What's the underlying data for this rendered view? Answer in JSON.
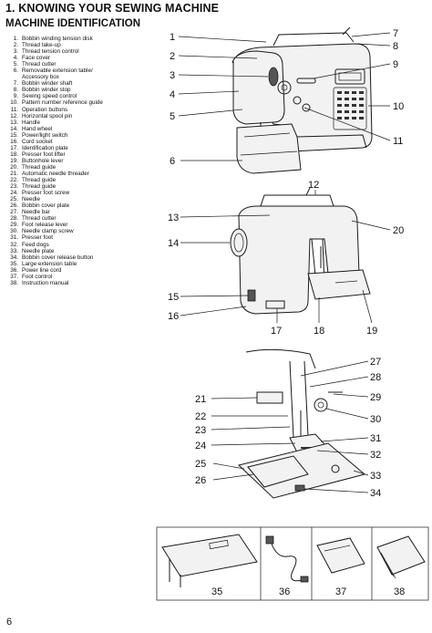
{
  "page": {
    "title": "1. KNOWING YOUR SEWING MACHINE",
    "subtitle": "MACHINE IDENTIFICATION",
    "page_number": "6"
  },
  "parts": [
    {
      "n": "1.",
      "label": "Bobbin winding tension disk"
    },
    {
      "n": "2.",
      "label": "Thread take-up"
    },
    {
      "n": "3.",
      "label": "Thread tension control"
    },
    {
      "n": "4.",
      "label": "Face cover"
    },
    {
      "n": "5.",
      "label": "Thread cutter"
    },
    {
      "n": "6.",
      "label": "Removable extension table/",
      "cont": "Accessory box"
    },
    {
      "n": "7.",
      "label": "Bobbin winder shaft"
    },
    {
      "n": "8.",
      "label": "Bobbin winder stop"
    },
    {
      "n": "9.",
      "label": "Sewing speed control"
    },
    {
      "n": "10.",
      "label": "Pattern number reference guide"
    },
    {
      "n": "11.",
      "label": "Operation buttons"
    },
    {
      "n": "12.",
      "label": "Horizontal spool pin"
    },
    {
      "n": "13.",
      "label": "Handle"
    },
    {
      "n": "14.",
      "label": "Hand wheel"
    },
    {
      "n": "15.",
      "label": "Power/light switch"
    },
    {
      "n": "16.",
      "label": "Cord socket"
    },
    {
      "n": "17.",
      "label": "Identification plate"
    },
    {
      "n": "18.",
      "label": "Presser foot lifter"
    },
    {
      "n": "19.",
      "label": "Buttonhole lever"
    },
    {
      "n": "20.",
      "label": "Thread guide"
    },
    {
      "n": "21.",
      "label": "Automatic needle threader"
    },
    {
      "n": "22.",
      "label": "Thread guide"
    },
    {
      "n": "23.",
      "label": "Thread guide"
    },
    {
      "n": "24.",
      "label": "Presser foot screw"
    },
    {
      "n": "25.",
      "label": "Needle"
    },
    {
      "n": "26.",
      "label": "Bobbin cover plate"
    },
    {
      "n": "27.",
      "label": "Needle bar"
    },
    {
      "n": "28.",
      "label": "Thread cutter"
    },
    {
      "n": "29.",
      "label": "Foot release lever"
    },
    {
      "n": "30.",
      "label": "Needle clamp screw"
    },
    {
      "n": "31.",
      "label": "Presser foot"
    },
    {
      "n": "32.",
      "label": "Feed dogs"
    },
    {
      "n": "33.",
      "label": "Needle plate"
    },
    {
      "n": "34.",
      "label": "Bobbin cover release button"
    },
    {
      "n": "35.",
      "label": "Large extension table"
    },
    {
      "n": "36.",
      "label": "Power line cord"
    },
    {
      "n": "37.",
      "label": "Foot control"
    },
    {
      "n": "38.",
      "label": "Instruction manual"
    }
  ],
  "callouts": {
    "c1": "1",
    "c2": "2",
    "c3": "3",
    "c4": "4",
    "c5": "5",
    "c6": "6",
    "c7": "7",
    "c8": "8",
    "c9": "9",
    "c10": "10",
    "c11": "11",
    "c12": "12",
    "c13": "13",
    "c14": "14",
    "c15": "15",
    "c16": "16",
    "c17": "17",
    "c18": "18",
    "c19": "19",
    "c20": "20",
    "c21": "21",
    "c22": "22",
    "c23": "23",
    "c24": "24",
    "c25": "25",
    "c26": "26",
    "c27": "27",
    "c28": "28",
    "c29": "29",
    "c30": "30",
    "c31": "31",
    "c32": "32",
    "c33": "33",
    "c34": "34",
    "c35": "35",
    "c36": "36",
    "c37": "37",
    "c38": "38"
  }
}
